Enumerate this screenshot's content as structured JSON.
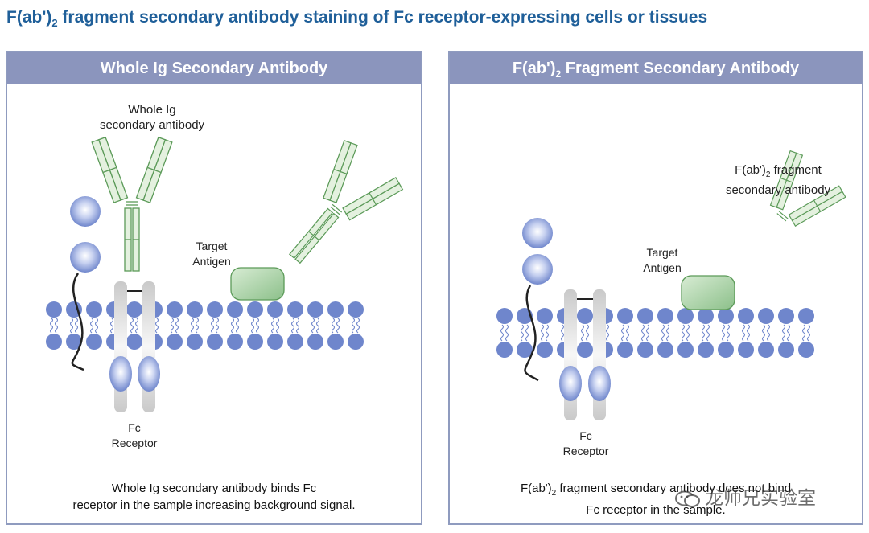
{
  "figure": {
    "title_main": "F(ab')",
    "title_sub": "2",
    "title_rest": " fragment secondary antibody staining of Fc receptor-expressing cells or tissues"
  },
  "left_panel": {
    "header": "Whole Ig Secondary Antibody",
    "label_antibody_line1": "Whole Ig",
    "label_antibody_line2": "secondary antibody",
    "label_antigen_line1": "Target",
    "label_antigen_line2": "Antigen",
    "label_receptor_line1": "Fc",
    "label_receptor_line2": "Receptor",
    "caption_line1": "Whole Ig secondary antibody binds Fc",
    "caption_line2": "receptor in the sample increasing background signal."
  },
  "right_panel": {
    "header_main": "F(ab')",
    "header_sub": "2",
    "header_rest": " Fragment Secondary Antibody",
    "label_antibody_main": "F(ab')",
    "label_antibody_sub": "2",
    "label_antibody_rest": " fragment",
    "label_antibody_line2": "secondary antibody",
    "label_antigen_line1": "Target",
    "label_antigen_line2": "Antigen",
    "label_receptor_line1": "Fc",
    "label_receptor_line2": "Receptor",
    "caption_main": "F(ab')",
    "caption_sub": "2",
    "caption_rest": " fragment secondary antibody does not bind",
    "caption_line2": "Fc receptor in the sample."
  },
  "watermark": {
    "text": "龙师兄实验室",
    "icon": "wechat-icon"
  },
  "colors": {
    "title": "#1f5f99",
    "header_bg": "#8b95bd",
    "border": "#8f9bbf",
    "lipid": "#6f86cc",
    "antibody": "#5b9a58",
    "antibody_fill": "#e4f1df",
    "antigen": "#8cc08a"
  }
}
